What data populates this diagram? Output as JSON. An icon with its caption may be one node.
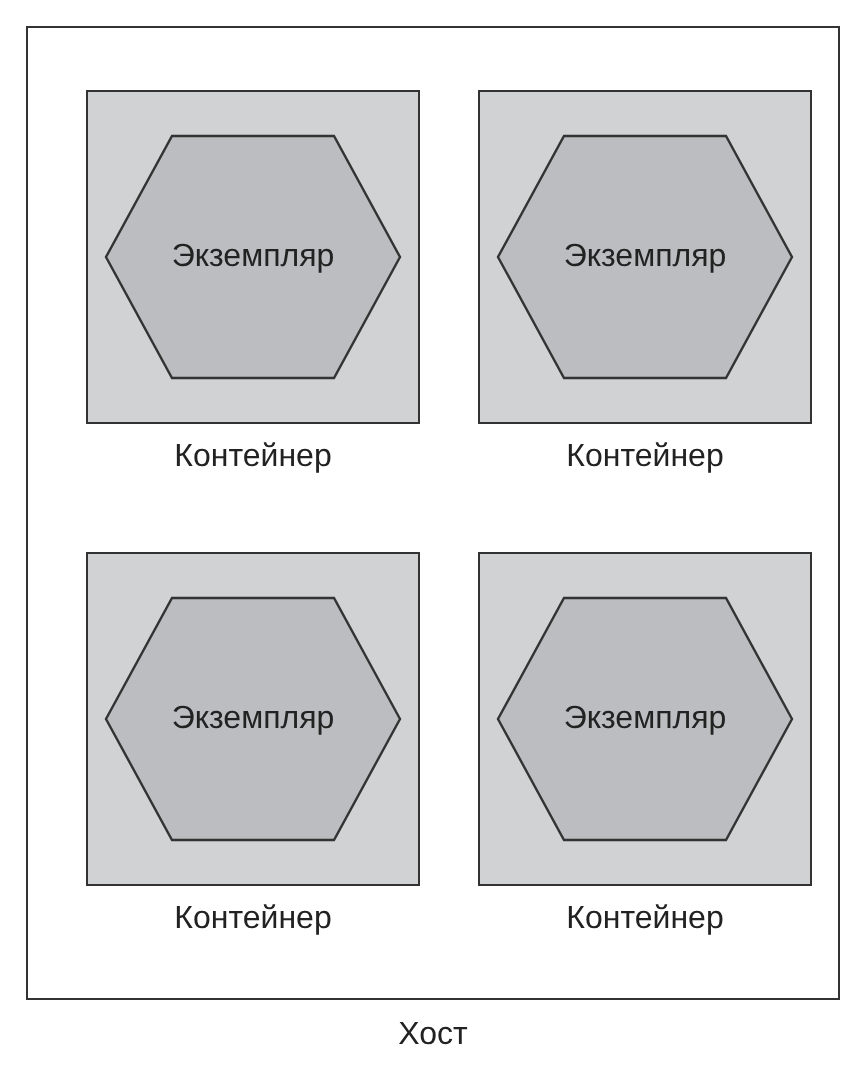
{
  "diagram": {
    "nodes": [
      {
        "text": [
          "Хост"
        ]
      },
      {
        "text": [
          "Контейнер"
        ],
        "in": 0
      },
      {
        "text": [
          "Экземпляр"
        ],
        "in": 1
      },
      {
        "text": [
          "Контейнер"
        ],
        "in": 0
      },
      {
        "text": [
          "Экземпляр"
        ],
        "in": 3
      },
      {
        "text": [
          "Контейнер"
        ],
        "in": 0
      },
      {
        "text": [
          "Экземпляр"
        ],
        "in": 5
      },
      {
        "text": [
          "Контейнер"
        ],
        "in": 0
      },
      {
        "text": [
          "Экземпляр"
        ],
        "in": 7
      }
    ]
  }
}
